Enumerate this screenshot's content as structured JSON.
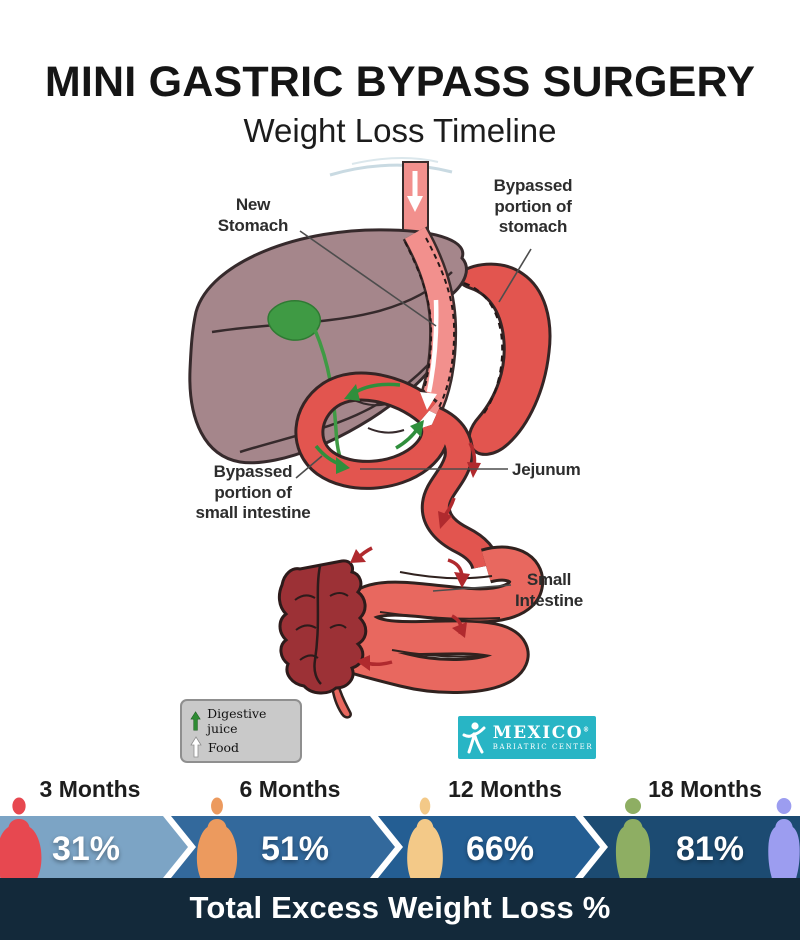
{
  "header": {
    "title": "MINI GASTRIC BYPASS SURGERY",
    "subtitle": "Weight Loss Timeline"
  },
  "diagram": {
    "labels": {
      "new_stomach": "New\nStomach",
      "bypassed_stomach": "Bypassed\nportion of\nstomach",
      "bypassed_small_intestine": "Bypassed\nportion of\nsmall intestine",
      "jejunum": "Jejunum",
      "small_intestine": "Small\nIntestine"
    },
    "colors": {
      "liver": "#a5868b",
      "esophagus": "#f2908d",
      "stomach_pouch": "#e2554f",
      "intestine": "#e8685f",
      "colon": "#9c3136",
      "duct_green": "#3f9a44",
      "arrow_green": "#2f8f3c",
      "arrow_red": "#b02a2e"
    },
    "legend": {
      "items": [
        {
          "icon": "green-up-arrow",
          "label": "Digestive juice",
          "color": "#2e8b33"
        },
        {
          "icon": "white-up-arrow",
          "label": "Food",
          "color": "#ffffff"
        }
      ]
    },
    "logo": {
      "brand": "MEXICO",
      "registered": "®",
      "brand_sub": "BARIATRIC CENTER",
      "bg": "#28b5c5"
    }
  },
  "timeline": {
    "stages": [
      {
        "label": "3 Months",
        "value": "31%",
        "band_color": "#7ca4c5",
        "figure_color": "#e74850"
      },
      {
        "label": "6 Months",
        "value": "51%",
        "band_color": "#33699c",
        "figure_color": "#ec9a5e"
      },
      {
        "label": "12 Months",
        "value": "66%",
        "band_color": "#245e93",
        "figure_color": "#f3c988"
      },
      {
        "label": "18 Months",
        "value": "81%",
        "band_color": "#1c4b72",
        "figure_color": "#8eae63"
      }
    ],
    "final_figure_color": "#9c9df0",
    "footer": {
      "label": "Total Excess Weight Loss %",
      "bg": "#13293a"
    }
  }
}
